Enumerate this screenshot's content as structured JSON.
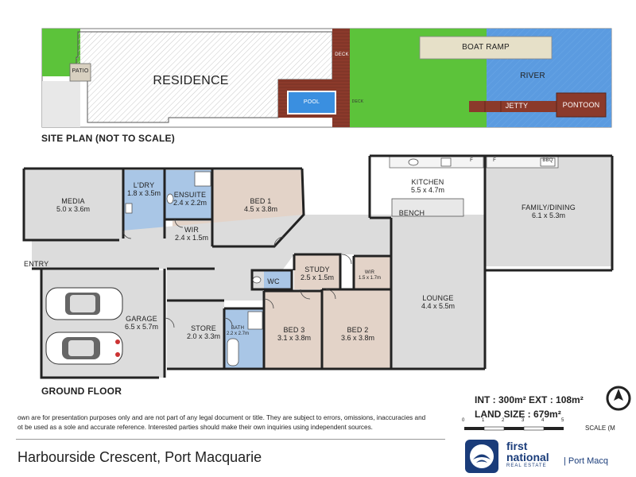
{
  "site_plan": {
    "residence": "RESIDENCE",
    "patio": "PATIO",
    "deck_upper": "DECK",
    "deck_lower": "DECK",
    "pool": "POOL",
    "boat_ramp": "BOAT RAMP",
    "river": "RIVER",
    "jetty": "JETTY",
    "pontoon": "PONTOON",
    "heading": "SITE PLAN (NOT TO SCALE)"
  },
  "floor_plan": {
    "heading": "GROUND FLOOR",
    "entry": "ENTRY",
    "bench": "BENCH",
    "fridge_a": "F",
    "fridge_b": "F",
    "bbq": "BBQ",
    "rooms": {
      "media": {
        "name": "MEDIA",
        "dims": "5.0 x 3.6m"
      },
      "laundry": {
        "name": "L'DRY",
        "dims": "1.8 x 3.5m"
      },
      "ensuite": {
        "name": "ENSUITE",
        "dims": "2.4 x 2.2m"
      },
      "wir1": {
        "name": "WIR",
        "dims": "2.4 x 1.5m"
      },
      "bed1": {
        "name": "BED 1",
        "dims": "4.5 x 3.8m"
      },
      "kitchen": {
        "name": "KITCHEN",
        "dims": "5.5 x 4.7m"
      },
      "family": {
        "name": "FAMILY/DINING",
        "dims": "6.1 x 5.3m"
      },
      "study": {
        "name": "STUDY",
        "dims": "2.5 x 1.5m"
      },
      "wir2": {
        "name": "WIR",
        "dims": "1.5 x 1.7m"
      },
      "wc": {
        "name": "WC",
        "dims": ""
      },
      "lounge": {
        "name": "LOUNGE",
        "dims": "4.4 x 5.5m"
      },
      "garage": {
        "name": "GARAGE",
        "dims": "6.5 x 5.7m"
      },
      "store": {
        "name": "STORE",
        "dims": "2.0 x 3.3m"
      },
      "bath": {
        "name": "BATH",
        "dims": "2.2 x 2.7m"
      },
      "bed3": {
        "name": "BED 3",
        "dims": "3.1 x 3.8m"
      },
      "bed2": {
        "name": "BED 2",
        "dims": "3.6 x 3.8m"
      }
    }
  },
  "stats": {
    "int_ext": "INT : 300m² EXT : 108m²",
    "land": "LAND SIZE : 679m²"
  },
  "scale": {
    "ticks": [
      "0",
      "1",
      "2",
      "3",
      "4",
      "5"
    ],
    "label": "SCALE (M"
  },
  "disclaimer": {
    "line1": "own are for presentation purposes only and are not part of any legal document or title. They are subject to errors, omissions, inaccuracies and",
    "line2": "ot be used as a sole and accurate reference. Interested parties should make their own inquiries using independent sources."
  },
  "address": "Harbourside Crescent, Port Macquarie",
  "brand": {
    "line1": "first",
    "line2": "national",
    "line3": "REAL ESTATE",
    "suffix": "| Port Macq"
  },
  "colors": {
    "lawn": "#5cc33a",
    "river": "#5b9be0",
    "deck": "#8b3a2b",
    "pool": "#3a8fe0",
    "wet_area": "#a9c6e6",
    "bedroom": "#e3d3c8",
    "living": "#dcdcdc",
    "brand_blue": "#1a3c7a"
  }
}
